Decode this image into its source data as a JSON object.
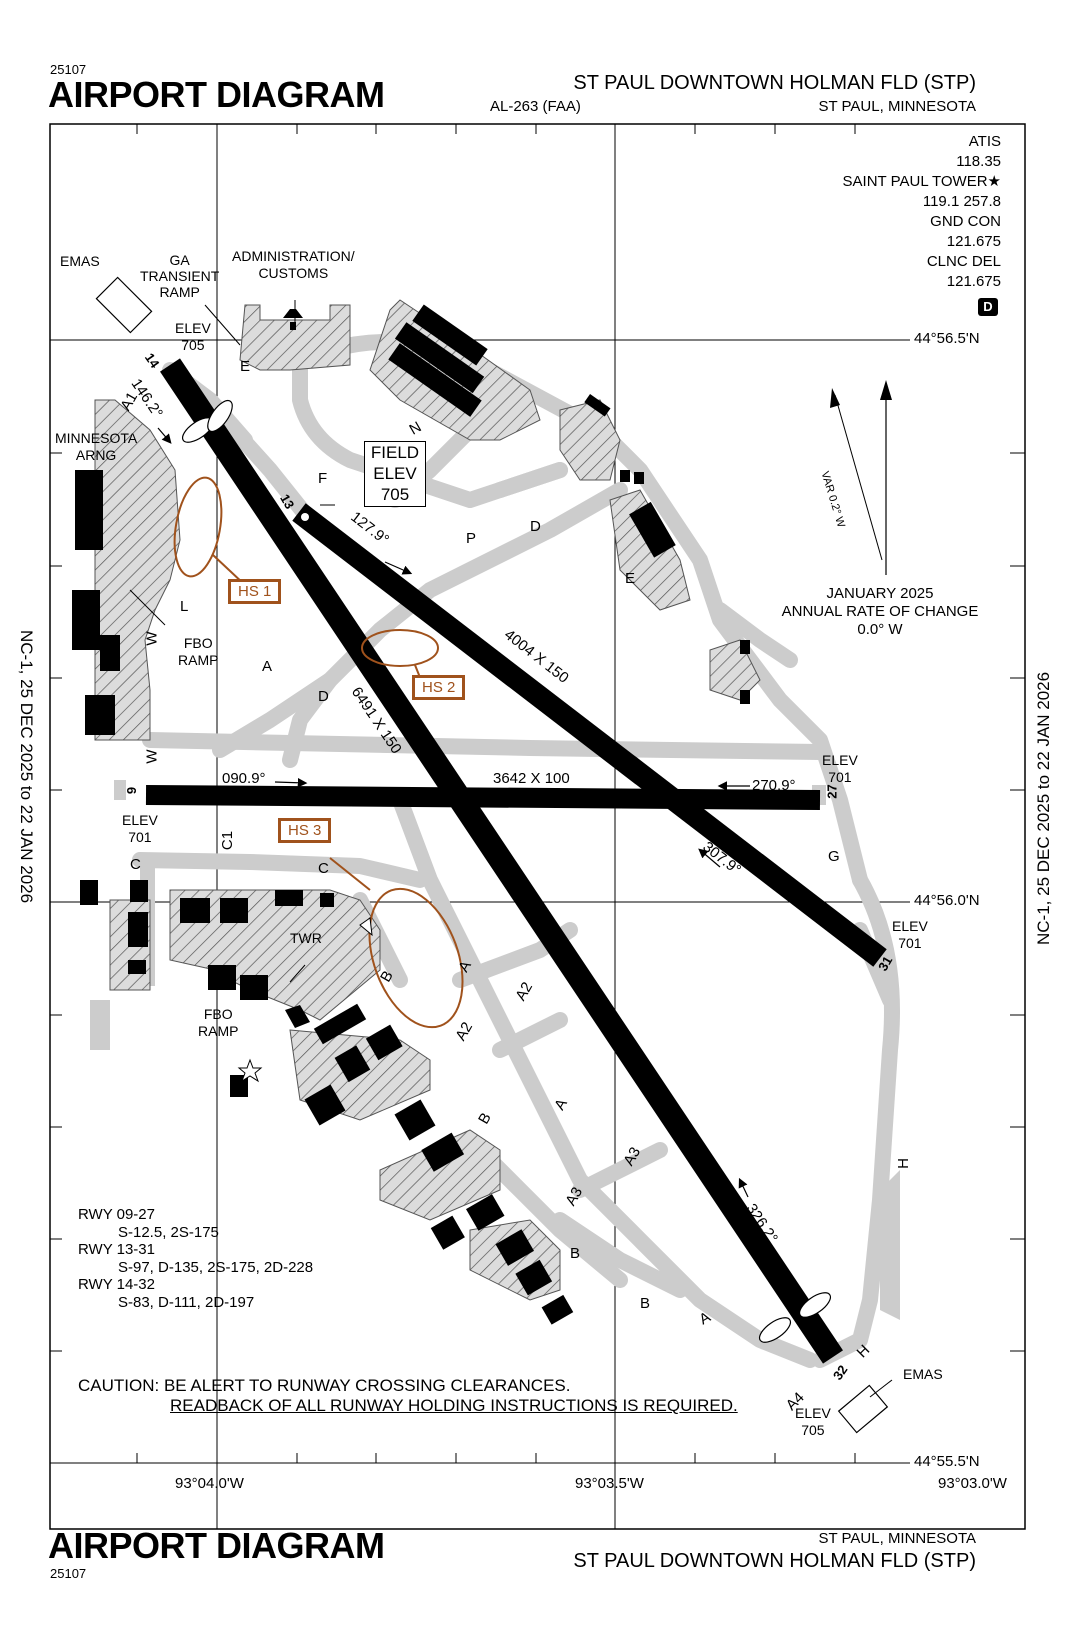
{
  "header": {
    "chart_id": "25107",
    "title": "AIRPORT DIAGRAM",
    "publication": "AL-263 (FAA)",
    "airport_name": "ST PAUL DOWNTOWN HOLMAN FLD (STP)",
    "city": "ST PAUL, MINNESOTA"
  },
  "footer": {
    "chart_id": "25107",
    "title": "AIRPORT DIAGRAM",
    "city": "ST PAUL, MINNESOTA",
    "airport_name": "ST PAUL DOWNTOWN HOLMAN FLD (STP)"
  },
  "cycle": {
    "left": "NC-1,  25 DEC 2025  to  22 JAN 2026",
    "right": "NC-1,  25 DEC 2025  to  22 JAN 2026"
  },
  "comms": {
    "atis_label": "ATIS",
    "atis_freq": "118.35",
    "tower_label": "SAINT PAUL TOWER★",
    "tower_freq": "119.1  257.8",
    "gnd_label": "GND CON",
    "gnd_freq": "121.675",
    "clnc_label": "CLNC DEL",
    "clnc_freq": "121.675",
    "badge": "D"
  },
  "coords": {
    "lat_top": "44°56.5'N",
    "lat_mid": "44°56.0'N",
    "lat_bot": "44°55.5'N",
    "lon_left": "93°04.0'W",
    "lon_mid": "93°03.5'W",
    "lon_right": "93°03.0'W"
  },
  "magvar": {
    "var": "VAR 0.2° W",
    "date": "JANUARY 2025",
    "rate_label": "ANNUAL RATE OF CHANGE",
    "rate": "0.0° W"
  },
  "runways": [
    {
      "name": "09-27",
      "dims": "3642 X 100",
      "hdg_a": "090.9°",
      "hdg_b": "270.9°",
      "end_a": "9",
      "end_b": "27",
      "elev_a": "701",
      "elev_b": "701"
    },
    {
      "name": "13-31",
      "dims": "4004 X 150",
      "hdg_a": "127.9°",
      "hdg_b": "307.9°",
      "end_a": "13",
      "end_b": "31",
      "elev_b": "701"
    },
    {
      "name": "14-32",
      "dims": "6491 X 150",
      "hdg_a": "146.2°",
      "hdg_b": "326.2°",
      "end_a": "14",
      "end_b": "32",
      "elev_a": "705",
      "elev_b": "705"
    }
  ],
  "labels": {
    "elev": "ELEV",
    "field_elev_1": "FIELD",
    "field_elev_2": "ELEV",
    "field_elev_3": "705",
    "emas": "EMAS",
    "ga_ramp": [
      "GA",
      "TRANSIENT",
      "RAMP"
    ],
    "admin": [
      "ADMINISTRATION/",
      "CUSTOMS"
    ],
    "arng": [
      "MINNESOTA",
      "ARNG"
    ],
    "fbo": [
      "FBO",
      "RAMP"
    ],
    "twr": "TWR",
    "hs1": "HS 1",
    "hs2": "HS 2",
    "hs3": "HS 3"
  },
  "taxiways": {
    "A": "A",
    "A1": "A1",
    "A2": "A2",
    "A3": "A3",
    "A4": "A4",
    "B": "B",
    "C": "C",
    "C1": "C1",
    "D": "D",
    "E": "E",
    "F": "F",
    "G": "G",
    "H": "H",
    "L": "L",
    "N": "N",
    "P": "P",
    "W": "W"
  },
  "strength": {
    "r1_name": "RWY 09-27",
    "r1_val": "S-12.5, 2S-175",
    "r2_name": "RWY 13-31",
    "r2_val": "S-97, D-135, 2S-175, 2D-228",
    "r3_name": "RWY 14-32",
    "r3_val": "S-83, D-111, 2D-197"
  },
  "caution": {
    "line1": "CAUTION: BE ALERT TO RUNWAY CROSSING CLEARANCES.",
    "line2": "READBACK OF ALL RUNWAY HOLDING INSTRUCTIONS IS REQUIRED."
  },
  "colors": {
    "hotspot": "#a0521c",
    "taxiway": "#cccccc",
    "runway": "#000000"
  }
}
